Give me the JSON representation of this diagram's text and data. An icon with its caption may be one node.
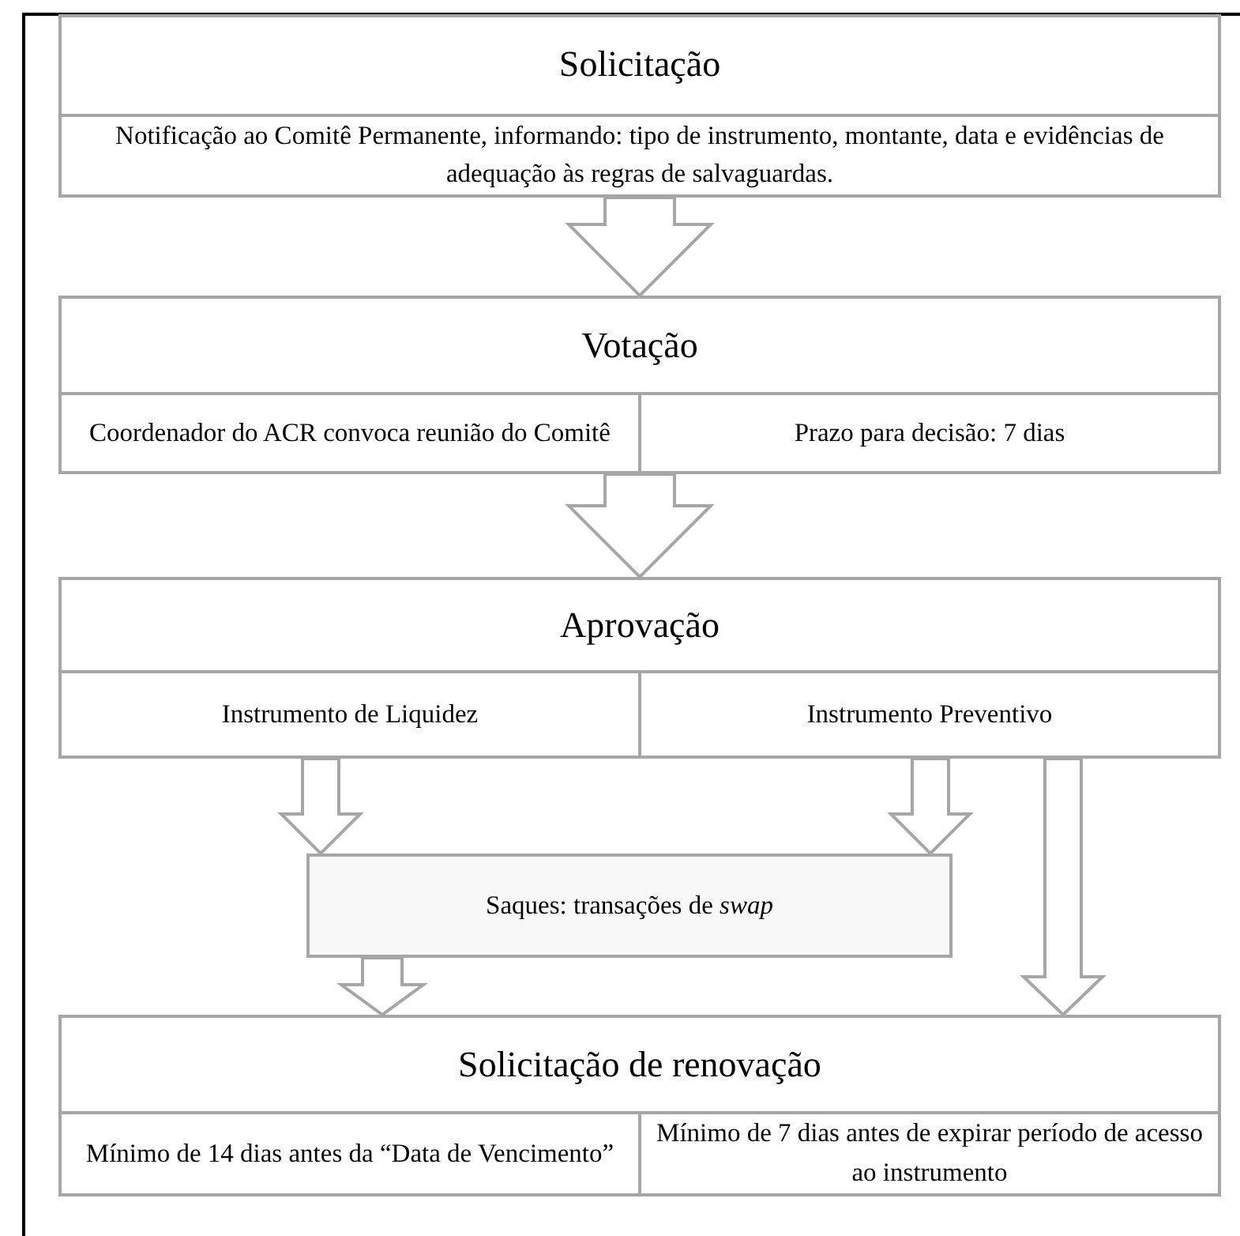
{
  "diagram": {
    "nodes": [
      {
        "text": [
          "Solicitação",
          "Notificação ao Comitê Permanente, informando: tipo de instrumento, montante, data e evidências de adequação às regras de salvaguardas."
        ]
      },
      {
        "text": [
          "Votação"
        ]
      },
      {
        "text": [
          "Coordenador do ACR convoca reunião do Comitê"
        ],
        "in": 1
      },
      {
        "text": [
          "Prazo para decisão: 7 dias"
        ],
        "in": 1
      },
      {
        "text": [
          "Aprovação"
        ]
      },
      {
        "text": [
          "Instrumento de Liquidez"
        ],
        "in": 4
      },
      {
        "text": [
          "Instrumento Preventivo"
        ],
        "in": 4
      },
      {
        "text": [
          "Saques: transações de *swap*"
        ]
      },
      {
        "text": [
          "Solicitação de renovação"
        ]
      },
      {
        "text": [
          "Mínimo de 14 dias antes da “Data de Vencimento”"
        ],
        "in": 8
      },
      {
        "text": [
          "Mínimo de 7 dias antes de expirar período de acesso ao instrumento"
        ],
        "in": 8
      }
    ],
    "edges": [
      {
        "from": 0,
        "to": 1,
        "arrow": "to"
      },
      {
        "from": 1,
        "to": 4,
        "arrow": "to"
      },
      {
        "from": 5,
        "to": 7,
        "arrow": "to"
      },
      {
        "from": 6,
        "to": 7,
        "arrow": "to"
      },
      {
        "from": 7,
        "to": 8,
        "arrow": "to"
      },
      {
        "from": 6,
        "to": 8,
        "arrow": "to"
      }
    ]
  }
}
